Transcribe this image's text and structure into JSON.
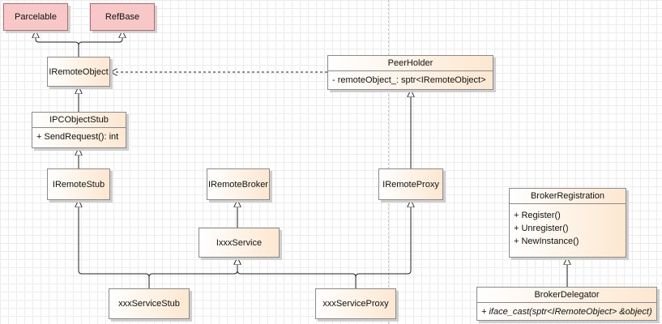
{
  "diagram": {
    "classes": {
      "parcelable": {
        "name": "Parcelable"
      },
      "refbase": {
        "name": "RefBase"
      },
      "iremote_object": {
        "name": "IRemoteObject"
      },
      "peer_holder": {
        "name": "PeerHolder",
        "members": [
          "- remoteObject_: sptr<IRemoteObject>"
        ]
      },
      "ipc_object_stub": {
        "name": "IPCObjectStub",
        "members": [
          "+ SendRequest(): int"
        ]
      },
      "iremote_stub": {
        "name": "IRemoteStub"
      },
      "iremote_broker": {
        "name": "IRemoteBroker"
      },
      "iremote_proxy": {
        "name": "IRemoteProxy"
      },
      "broker_registration": {
        "name": "BrokerRegistration",
        "members": [
          "+ Register()",
          "+ Unregister()",
          "+ NewInstance()"
        ]
      },
      "ixxx_service": {
        "name": "IxxxService"
      },
      "xxx_service_stub": {
        "name": "xxxServiceStub"
      },
      "xxx_service_proxy": {
        "name": "xxxServiceProxy"
      },
      "broker_delegator": {
        "name": "BrokerDelegator",
        "members": [
          "+ iface_cast(sptr<IRemoteObject> &object)"
        ]
      }
    },
    "colors": {
      "class_fill": "#fde7d0",
      "base_fill": "#f8c8c8",
      "line": "#222222"
    }
  }
}
